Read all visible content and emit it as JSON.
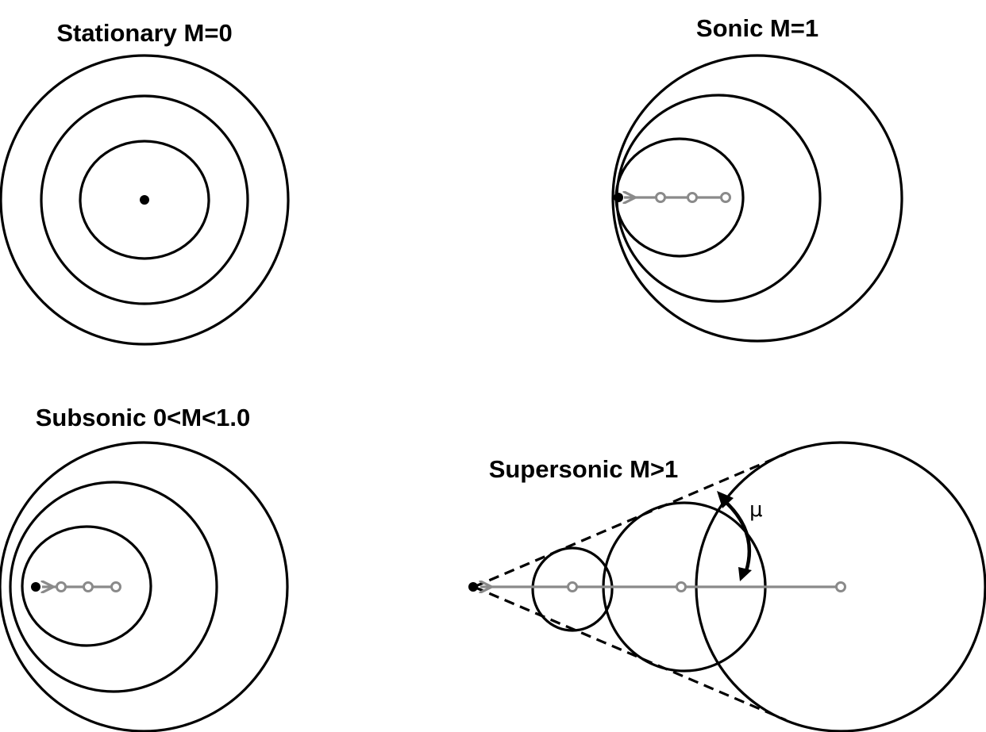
{
  "panels": {
    "stationary": {
      "title": "Stationary M=0"
    },
    "sonic": {
      "title": "Sonic M=1"
    },
    "subsonic": {
      "title": "Subsonic 0<M<1.0"
    },
    "supersonic": {
      "title": "Supersonic M>1",
      "angle_label": "μ"
    }
  },
  "colors": {
    "wavefront": "#000000",
    "source_path": "#8a8a8a",
    "source": "#000000",
    "background": "#ffffff"
  }
}
